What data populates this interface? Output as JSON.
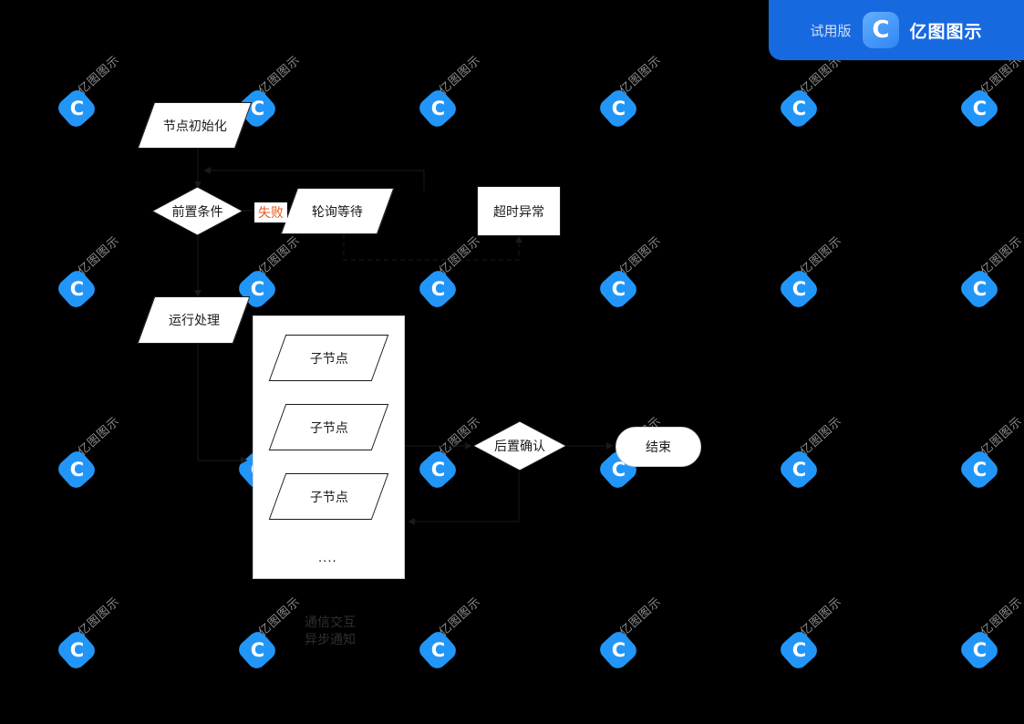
{
  "app": {
    "trial_label": "试用版",
    "brand": "亿图图示",
    "logo_glyph": "Ɔ",
    "badge_color": "#1769e0"
  },
  "watermark": {
    "text": "亿图图示",
    "glyph": "Ɔ",
    "color": "#2196f8",
    "text_color": "#8d8d8d",
    "columns_x": [
      85,
      283,
      481,
      679,
      877,
      1075
    ],
    "rows_y": [
      120,
      318,
      516,
      714
    ]
  },
  "canvas": {
    "background": "#000000"
  },
  "diagram": {
    "type": "flowchart",
    "nodes": [
      {
        "id": "init",
        "label": "节点初始化",
        "shape": "parallelogram"
      },
      {
        "id": "precond",
        "label": "前置条件",
        "shape": "diamond"
      },
      {
        "id": "poll",
        "label": "轮询等待",
        "shape": "parallelogram"
      },
      {
        "id": "timeout",
        "label": "超时异常",
        "shape": "rectangle"
      },
      {
        "id": "run",
        "label": "运行处理",
        "shape": "parallelogram"
      },
      {
        "id": "child1",
        "label": "子节点",
        "shape": "parallelogram"
      },
      {
        "id": "child2",
        "label": "子节点",
        "shape": "parallelogram"
      },
      {
        "id": "child3",
        "label": "子节点",
        "shape": "parallelogram"
      },
      {
        "id": "more",
        "label": "....",
        "shape": "text"
      },
      {
        "id": "postcheck",
        "label": "后置确认",
        "shape": "diamond"
      },
      {
        "id": "end",
        "label": "结束",
        "shape": "stadium"
      }
    ],
    "edge_labels": [
      {
        "id": "fail",
        "label": "失败",
        "color": "#e8581e"
      }
    ],
    "notes": [
      {
        "id": "note-comm",
        "label": "通信交互"
      },
      {
        "id": "note-async",
        "label": "异步通知"
      }
    ]
  }
}
